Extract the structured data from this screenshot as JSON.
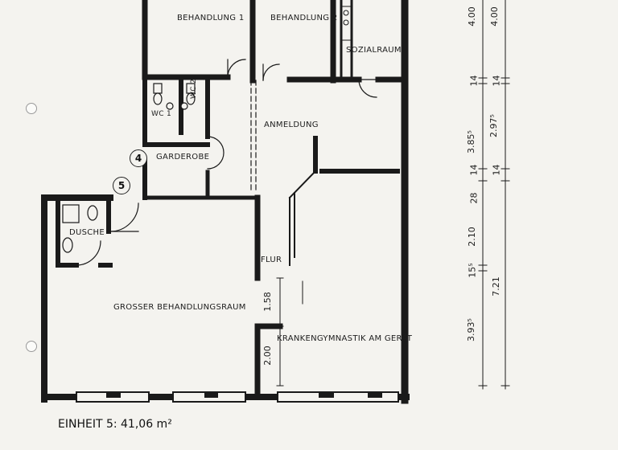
{
  "rooms": {
    "behandlung1": "BEHANDLUNG 1",
    "behandlung2": "BEHANDLUNG 2",
    "sozialraum": "SOZIALRAUM",
    "wc1": "WC 1",
    "wc2": "WC 2",
    "anmeldung": "ANMELDUNG",
    "garderobe": "GARDEROBE",
    "dusche": "DUSCHE",
    "flur": "FLUR",
    "grosser": "GROSSER BEHANDLUNGSRAUM",
    "krankengymnastik": "KRANKENGYMNASTIK AM GERÄT"
  },
  "markers": {
    "m4": "4",
    "m5": "5"
  },
  "dimensions": {
    "flur_upper": "1.58",
    "flur_lower": "2.00",
    "chain_left": [
      "4.00",
      "14",
      "3.85⁵",
      "14",
      "28",
      "2.10",
      "15⁵",
      "3.93⁵"
    ],
    "chain_right": [
      "4.00",
      "14",
      "2.97⁵",
      "14",
      "7.21"
    ]
  },
  "footer": {
    "unit": "EINHEIT 5: 41,06 m²"
  }
}
